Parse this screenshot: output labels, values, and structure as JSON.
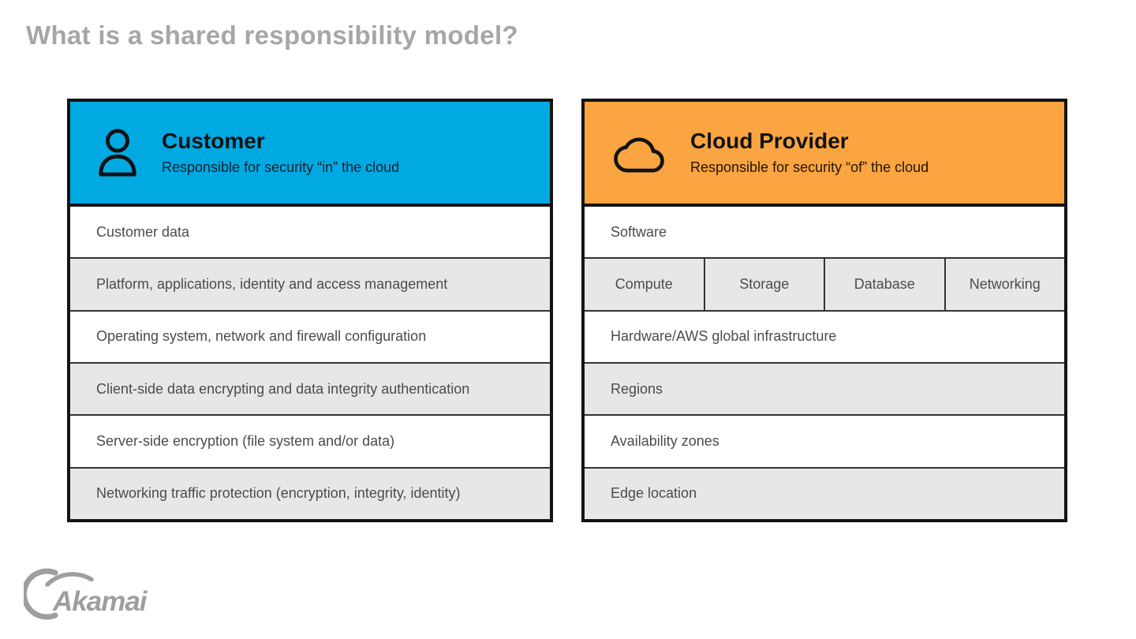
{
  "page": {
    "title": "What is a shared responsibility model?"
  },
  "colors": {
    "customer_accent": "#00A9E2",
    "provider_accent": "#FAA541",
    "row_alt_gray": "#E7E7E7",
    "panel_border": "#141414",
    "row_text": "#4C4C4C",
    "title_gray": "#A6A6A6",
    "logo_gray": "#9E9E9E"
  },
  "customer_panel": {
    "icon": "person-icon",
    "title": "Customer",
    "subtitle": "Responsible for security “in” the cloud",
    "rows": [
      "Customer data",
      "Platform, applications, identity and access management",
      "Operating system, network and firewall configuration",
      "Client-side data encrypting and data integrity authentication",
      "Server-side encryption (file system and/or data)",
      "Networking traffic protection (encryption, integrity, identity)"
    ]
  },
  "provider_panel": {
    "icon": "cloud-icon",
    "title": "Cloud Provider",
    "subtitle": "Responsible for security “of” the cloud",
    "rows": [
      "Software",
      "Hardware/AWS global infrastructure",
      "Regions",
      "Availability zones",
      "Edge location"
    ],
    "cells": [
      "Compute",
      "Storage",
      "Database",
      "Networking"
    ]
  },
  "footer": {
    "brand": "Akamai"
  }
}
